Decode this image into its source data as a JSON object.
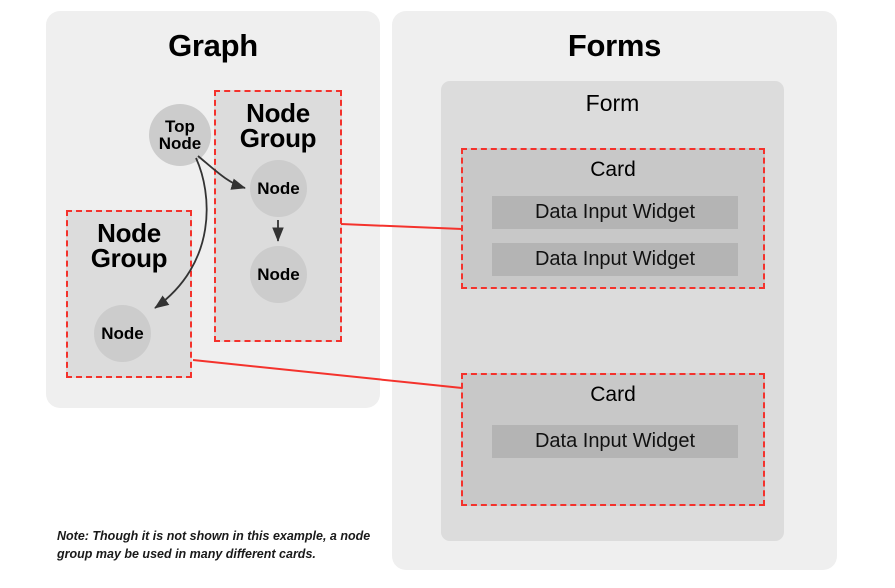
{
  "diagram": {
    "note": "Note: Though it is not shown in this example, a node group may be used in many different cards.",
    "colors": {
      "panel_bg": "#efefef",
      "group_bg": "#dcdcdc",
      "card_bg": "#c8c8c8",
      "widget_bg": "#b4b4b4",
      "node_fill": "#cccccc",
      "dashed_border": "#f4322c",
      "connector": "#f4322c",
      "arrow": "#333333"
    }
  },
  "graph_panel": {
    "title": "Graph",
    "top_node": {
      "line1": "Top",
      "line2": "Node"
    },
    "node_groups": [
      {
        "id": "node-group-right",
        "title_line1": "Node",
        "title_line2": "Group",
        "nodes": [
          {
            "id": "node-r1",
            "label": "Node"
          },
          {
            "id": "node-r2",
            "label": "Node"
          }
        ]
      },
      {
        "id": "node-group-left",
        "title_line1": "Node",
        "title_line2": "Group",
        "nodes": [
          {
            "id": "node-l1",
            "label": "Node"
          }
        ]
      }
    ]
  },
  "forms_panel": {
    "title": "Forms",
    "form": {
      "title": "Form",
      "cards": [
        {
          "id": "card-1",
          "title": "Card",
          "widgets": [
            {
              "label": "Data Input Widget"
            },
            {
              "label": "Data Input Widget"
            }
          ]
        },
        {
          "id": "card-2",
          "title": "Card",
          "widgets": [
            {
              "label": "Data Input Widget"
            }
          ]
        }
      ]
    }
  },
  "connectors": [
    {
      "from": "node-group-right",
      "to": "card-1"
    },
    {
      "from": "node-group-left",
      "to": "card-2"
    }
  ]
}
